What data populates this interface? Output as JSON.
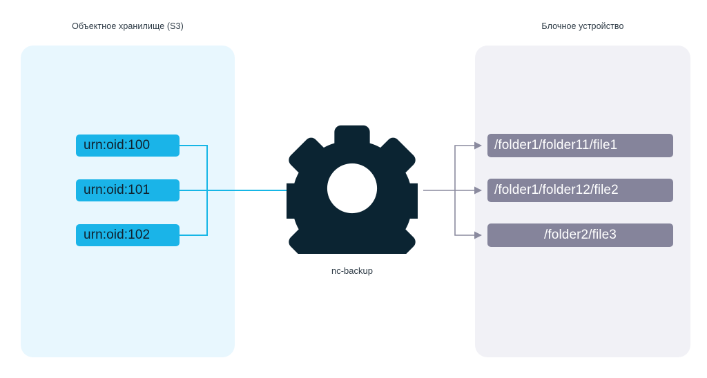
{
  "diagram": {
    "left_panel": {
      "title": "Объектное хранилище (S3)",
      "bg": "#e8f7fe"
    },
    "right_panel": {
      "title": "Блочное устройство",
      "bg": "#f1f1f6"
    },
    "processor": {
      "label": "nc-backup",
      "icon": "gear-icon",
      "color": "#0b2432"
    },
    "source_nodes": [
      {
        "label": "urn:oid:100"
      },
      {
        "label": "urn:oid:101"
      },
      {
        "label": "urn:oid:102"
      }
    ],
    "destination_nodes": [
      {
        "label": "/folder1/folder11/file1"
      },
      {
        "label": "/folder1/folder12/file2"
      },
      {
        "label": "/folder2/file3"
      }
    ],
    "colors": {
      "source_box": "#1ab4e8",
      "destination_box": "#85849b",
      "source_wire": "#16b6e6",
      "destination_wire": "#8a8a9e",
      "text_dark": "#10202c",
      "text_light": "#ffffff"
    }
  }
}
